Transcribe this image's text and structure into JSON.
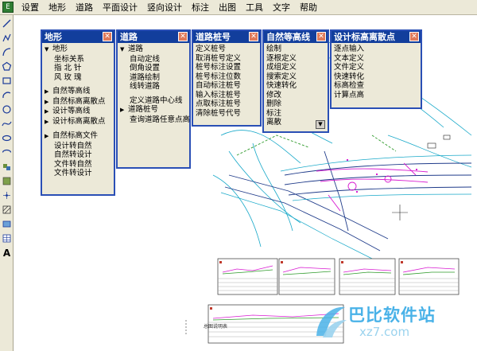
{
  "app": {
    "icon_label": "E"
  },
  "menubar": {
    "items": [
      "设置",
      "地形",
      "道路",
      "平面设计",
      "竖向设计",
      "标注",
      "出图",
      "工具",
      "文字",
      "帮助"
    ]
  },
  "toolbar": {
    "tools": [
      "line-tool",
      "polyline-tool",
      "arc-tool",
      "polygon-tool",
      "rectangle-tool",
      "arc3-tool",
      "circle-tool",
      "spline-tool",
      "ellipse-tool",
      "ellipse-arc-tool",
      "block-tool",
      "insert-tool",
      "point-tool",
      "hatch-tool",
      "region-tool",
      "table-tool",
      "text-tool"
    ],
    "text_tool_label": "A"
  },
  "palettes": {
    "terrain": {
      "title": "地形",
      "group": "地形",
      "items": [
        "坐标关系",
        "指 北 针",
        "风 玫 瑰"
      ],
      "submenus": [
        "自然等高线",
        "自然标高离散点",
        "设计等高线",
        "设计标高离散点"
      ],
      "items2": [
        "自然标高文件",
        "设计转自然",
        "自然转设计",
        "文件转自然",
        "文件转设计"
      ]
    },
    "road": {
      "title": "道路",
      "group": "道路",
      "items": [
        "自动定线",
        "倒角设置",
        "道路绘制",
        "线转道路"
      ],
      "items2": [
        "定义道路中心线"
      ],
      "submenu": "道路桩号",
      "items3": [
        "查询道路任意点高"
      ]
    },
    "stake": {
      "title": "道路桩号",
      "items": [
        "定义桩号",
        "取消桩号定义",
        "桩号标注设置",
        "桩号标注位数",
        "自动标注桩号",
        "输入标注桩号",
        "点取标注桩号",
        "清除桩号代号"
      ]
    },
    "contour": {
      "title": "自然等高线",
      "items": [
        "绘制",
        "逐根定义",
        "成组定义",
        "搜索定义",
        "快速转化",
        "修改",
        "删除",
        "标注",
        "离散"
      ]
    },
    "elevation": {
      "title": "设计标高离散点",
      "items": [
        "逐点输入",
        "文本定义",
        "文件定义",
        "快速转化",
        "标高检查",
        "计算点高"
      ]
    }
  },
  "drawing": {
    "sheet_caption": "总图说明表"
  },
  "watermark": {
    "text": "巴比软件站",
    "url": "xz7.com"
  },
  "colors": {
    "menubar": "#ece9d8",
    "title_bar": "#123e9c",
    "road_cyan": "#19a9c9",
    "road_dark": "#1f3b8a",
    "magenta": "#d81bd1",
    "green": "#2e9a2a"
  }
}
